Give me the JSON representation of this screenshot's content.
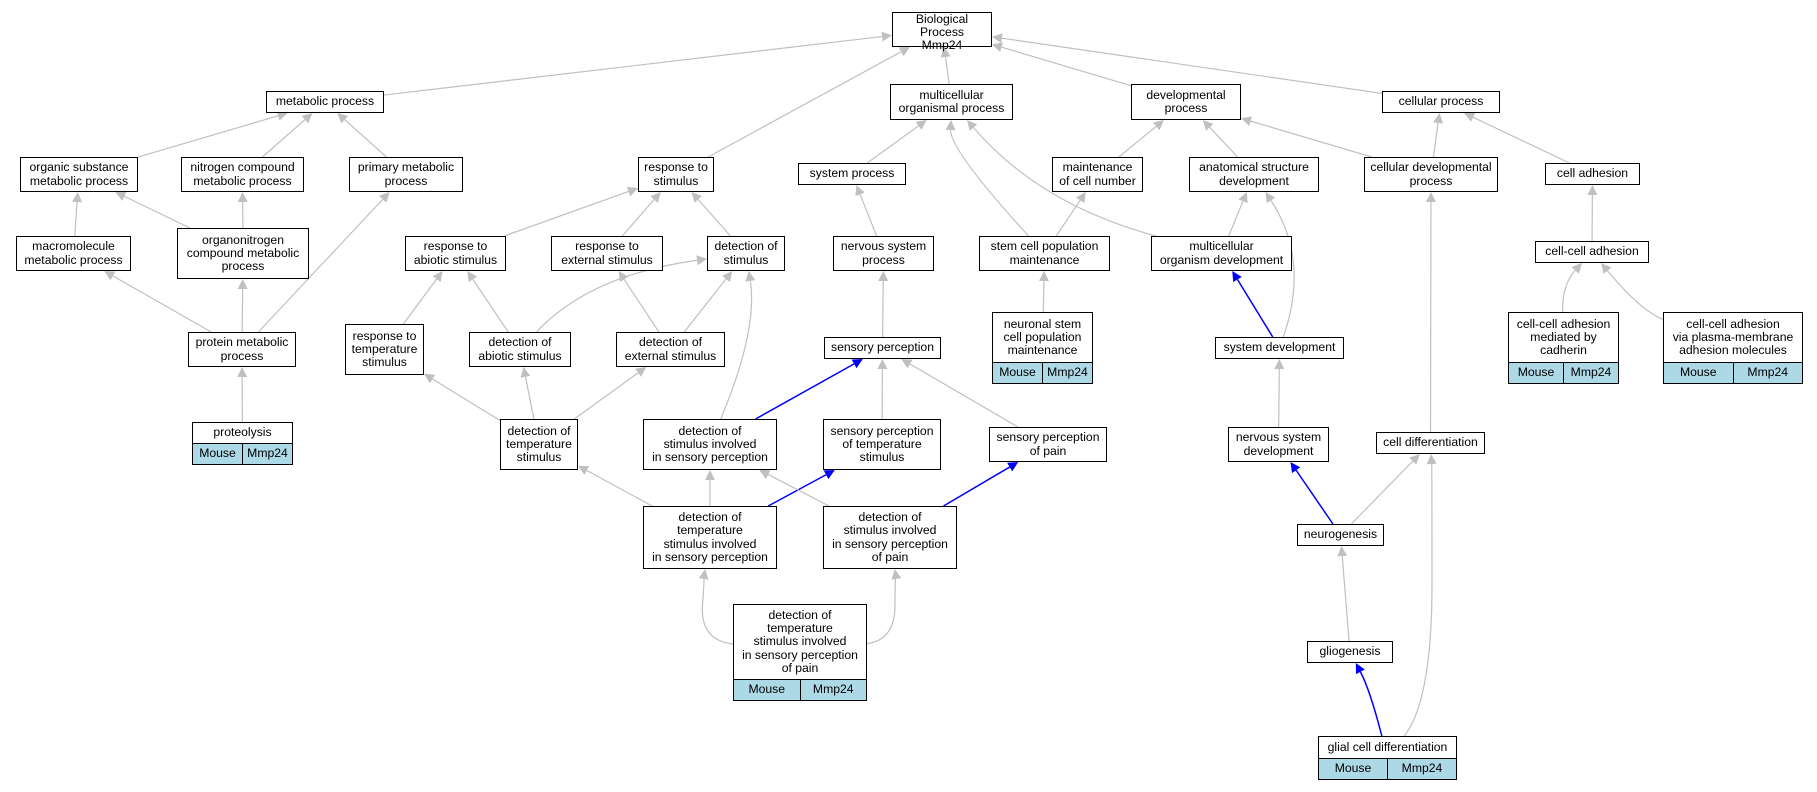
{
  "nodes": [
    {
      "id": "bp",
      "label": "Biological Process\nMmp24"
    },
    {
      "id": "mp",
      "label": "metabolic process"
    },
    {
      "id": "mop",
      "label": "multicellular\norganismal process"
    },
    {
      "id": "dp",
      "label": "developmental\nprocess"
    },
    {
      "id": "cp",
      "label": "cellular process"
    },
    {
      "id": "osm",
      "label": "organic substance\nmetabolic process"
    },
    {
      "id": "ncm",
      "label": "nitrogen compound\nmetabolic process"
    },
    {
      "id": "pmp",
      "label": "primary metabolic\nprocess"
    },
    {
      "id": "rts",
      "label": "response to\nstimulus"
    },
    {
      "id": "sp",
      "label": "system process"
    },
    {
      "id": "mcn",
      "label": "maintenance\nof cell number"
    },
    {
      "id": "asd",
      "label": "anatomical structure\ndevelopment"
    },
    {
      "id": "cdp",
      "label": "cellular developmental\nprocess"
    },
    {
      "id": "ca",
      "label": "cell adhesion"
    },
    {
      "id": "mmp",
      "label": "macromolecule\nmetabolic process"
    },
    {
      "id": "ocm",
      "label": "organonitrogen\ncompound metabolic\nprocess"
    },
    {
      "id": "ras",
      "label": "response to\nabiotic stimulus"
    },
    {
      "id": "res",
      "label": "response to\nexternal stimulus"
    },
    {
      "id": "dos",
      "label": "detection of\nstimulus"
    },
    {
      "id": "nsp",
      "label": "nervous system\nprocess"
    },
    {
      "id": "scpm",
      "label": "stem cell population\nmaintenance"
    },
    {
      "id": "mod",
      "label": "multicellular\norganism development"
    },
    {
      "id": "cca",
      "label": "cell-cell adhesion"
    },
    {
      "id": "nscpm",
      "label": "neuronal stem\ncell population\nmaintenance",
      "anno": [
        "Mouse",
        "Mmp24"
      ]
    },
    {
      "id": "prmp",
      "label": "protein metabolic\nprocess"
    },
    {
      "id": "rtts",
      "label": "response to\ntemperature\nstimulus"
    },
    {
      "id": "dabs",
      "label": "detection of\nabiotic stimulus"
    },
    {
      "id": "dexs",
      "label": "detection of\nexternal stimulus"
    },
    {
      "id": "spn",
      "label": "sensory perception"
    },
    {
      "id": "sd",
      "label": "system development"
    },
    {
      "id": "ccac",
      "label": "cell-cell adhesion\nmediated by\ncadherin",
      "anno": [
        "Mouse",
        "Mmp24"
      ]
    },
    {
      "id": "ccap",
      "label": "cell-cell adhesion\nvia plasma-membrane\nadhesion molecules",
      "anno": [
        "Mouse",
        "Mmp24"
      ]
    },
    {
      "id": "prot",
      "label": "proteolysis",
      "anno": [
        "Mouse",
        "Mmp24"
      ]
    },
    {
      "id": "dts",
      "label": "detection of\ntemperature\nstimulus"
    },
    {
      "id": "dsisp",
      "label": "detection of\nstimulus involved\nin sensory perception"
    },
    {
      "id": "spts",
      "label": "sensory perception\nof temperature\nstimulus"
    },
    {
      "id": "spp",
      "label": "sensory perception\nof pain"
    },
    {
      "id": "nsd",
      "label": "nervous system\ndevelopment"
    },
    {
      "id": "cd",
      "label": "cell differentiation"
    },
    {
      "id": "dtsisp",
      "label": "detection of\ntemperature\nstimulus involved\nin sensory perception"
    },
    {
      "id": "dsispp",
      "label": "detection of\nstimulus involved\nin sensory perception\nof pain"
    },
    {
      "id": "ng",
      "label": "neurogenesis"
    },
    {
      "id": "dtsispp",
      "label": "detection of\ntemperature\nstimulus involved\nin sensory perception\nof pain",
      "anno": [
        "Mouse",
        "Mmp24"
      ]
    },
    {
      "id": "glg",
      "label": "gliogenesis"
    },
    {
      "id": "gcd",
      "label": "glial cell differentiation",
      "anno": [
        "Mouse",
        "Mmp24"
      ]
    }
  ],
  "edges": [
    {
      "from": "mp",
      "to": "bp"
    },
    {
      "from": "mop",
      "to": "bp"
    },
    {
      "from": "dp",
      "to": "bp"
    },
    {
      "from": "cp",
      "to": "bp"
    },
    {
      "from": "rts",
      "to": "bp"
    },
    {
      "from": "osm",
      "to": "mp"
    },
    {
      "from": "ncm",
      "to": "mp"
    },
    {
      "from": "pmp",
      "to": "mp"
    },
    {
      "from": "sp",
      "to": "mop"
    },
    {
      "from": "scpm",
      "to": "mop"
    },
    {
      "from": "mod",
      "to": "mop"
    },
    {
      "from": "mcn",
      "to": "dp"
    },
    {
      "from": "asd",
      "to": "dp"
    },
    {
      "from": "cdp",
      "to": "dp"
    },
    {
      "from": "cdp",
      "to": "cp"
    },
    {
      "from": "ca",
      "to": "cp"
    },
    {
      "from": "mmp",
      "to": "osm"
    },
    {
      "from": "ocm",
      "to": "osm"
    },
    {
      "from": "ocm",
      "to": "ncm"
    },
    {
      "from": "prmp",
      "to": "mmp"
    },
    {
      "from": "prmp",
      "to": "ocm"
    },
    {
      "from": "prmp",
      "to": "pmp"
    },
    {
      "from": "prot",
      "to": "prmp"
    },
    {
      "from": "ras",
      "to": "rts"
    },
    {
      "from": "res",
      "to": "rts"
    },
    {
      "from": "dos",
      "to": "rts"
    },
    {
      "from": "nsp",
      "to": "sp"
    },
    {
      "from": "scpm",
      "to": "mcn"
    },
    {
      "from": "mod",
      "to": "asd"
    },
    {
      "from": "sd",
      "to": "asd"
    },
    {
      "from": "cca",
      "to": "ca"
    },
    {
      "from": "nscpm",
      "to": "scpm"
    },
    {
      "from": "rtts",
      "to": "ras"
    },
    {
      "from": "dabs",
      "to": "ras"
    },
    {
      "from": "dabs",
      "to": "dos"
    },
    {
      "from": "dexs",
      "to": "res"
    },
    {
      "from": "dexs",
      "to": "dos"
    },
    {
      "from": "dsisp",
      "to": "dos"
    },
    {
      "from": "spn",
      "to": "nsp"
    },
    {
      "from": "sd",
      "to": "mod",
      "blue": true
    },
    {
      "from": "ccac",
      "to": "cca"
    },
    {
      "from": "ccap",
      "to": "cca"
    },
    {
      "from": "dts",
      "to": "rtts"
    },
    {
      "from": "dts",
      "to": "dabs"
    },
    {
      "from": "dts",
      "to": "dexs"
    },
    {
      "from": "dsisp",
      "to": "spn",
      "blue": true
    },
    {
      "from": "spts",
      "to": "spn"
    },
    {
      "from": "spp",
      "to": "spn"
    },
    {
      "from": "nsd",
      "to": "sd"
    },
    {
      "from": "cd",
      "to": "cdp"
    },
    {
      "from": "dtsisp",
      "to": "dts"
    },
    {
      "from": "dtsisp",
      "to": "dsisp"
    },
    {
      "from": "dtsisp",
      "to": "spts",
      "blue": true
    },
    {
      "from": "dsispp",
      "to": "dsisp"
    },
    {
      "from": "dsispp",
      "to": "spp",
      "blue": true
    },
    {
      "from": "ng",
      "to": "nsd",
      "blue": true
    },
    {
      "from": "ng",
      "to": "cd"
    },
    {
      "from": "dtsispp",
      "to": "dtsisp"
    },
    {
      "from": "dtsispp",
      "to": "dsispp"
    },
    {
      "from": "glg",
      "to": "ng"
    },
    {
      "from": "gcd",
      "to": "glg",
      "blue": true
    },
    {
      "from": "gcd",
      "to": "cd"
    }
  ],
  "colors": {
    "edge": "#c0c0c0",
    "edge_highlight": "#0000ff",
    "annotation_fill": "#add8e6"
  }
}
